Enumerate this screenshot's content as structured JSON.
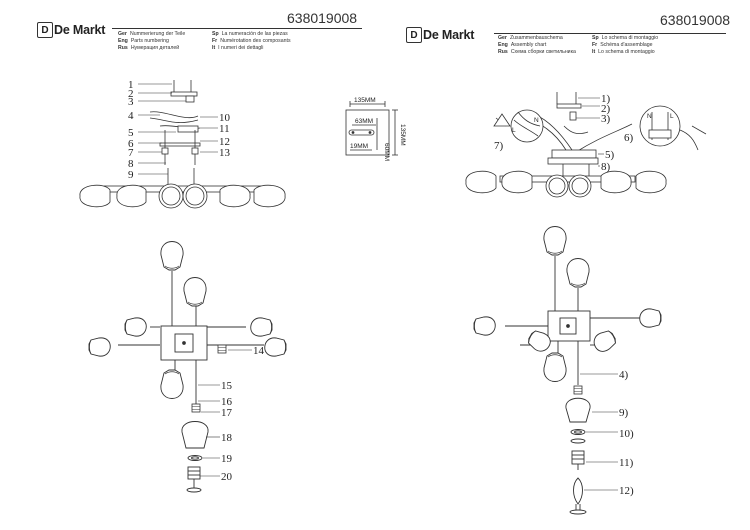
{
  "brand": {
    "logo_mark": "D",
    "name": "De Markt"
  },
  "left_page": {
    "product_code": "638019008",
    "legend": [
      {
        "lang": "Ger",
        "text": "Nummerierung der Teile"
      },
      {
        "lang": "Eng",
        "text": "Parts numbering"
      },
      {
        "lang": "Rus",
        "text": "Нумерация деталей"
      },
      {
        "lang": "Sp",
        "text": "La numeración de las piezas"
      },
      {
        "lang": "Fr",
        "text": "Numérotation des composants"
      },
      {
        "lang": "It",
        "text": "I numeri dei dettagli"
      }
    ],
    "part_numbers": [
      "1",
      "2",
      "3",
      "4",
      "5",
      "6",
      "7",
      "8",
      "9",
      "10",
      "11",
      "12",
      "13",
      "14",
      "15",
      "16",
      "17",
      "18",
      "19",
      "20"
    ]
  },
  "right_page": {
    "product_code": "638019008",
    "legend": [
      {
        "lang": "Ger",
        "text": "Zusammenbauschema"
      },
      {
        "lang": "Eng",
        "text": "Assembly chart"
      },
      {
        "lang": "Rus",
        "text": "Схема сборки светильника"
      },
      {
        "lang": "Sp",
        "text": "Lo schema di montaggio"
      },
      {
        "lang": "Fr",
        "text": "Schéma d'assemblage"
      },
      {
        "lang": "It",
        "text": "Lo schema di montaggio"
      }
    ],
    "steps": [
      "1)",
      "2)",
      "3)",
      "4)",
      "5)",
      "6)",
      "7)",
      "8)",
      "9)",
      "10)",
      "11)",
      "12)"
    ],
    "wire_labels": [
      "N",
      "L",
      "N",
      "L"
    ]
  },
  "bracket_dimensions": {
    "width": "135MM",
    "slot": "63MM",
    "inner": "19MM",
    "depth": "60MM",
    "height": "135MM"
  }
}
